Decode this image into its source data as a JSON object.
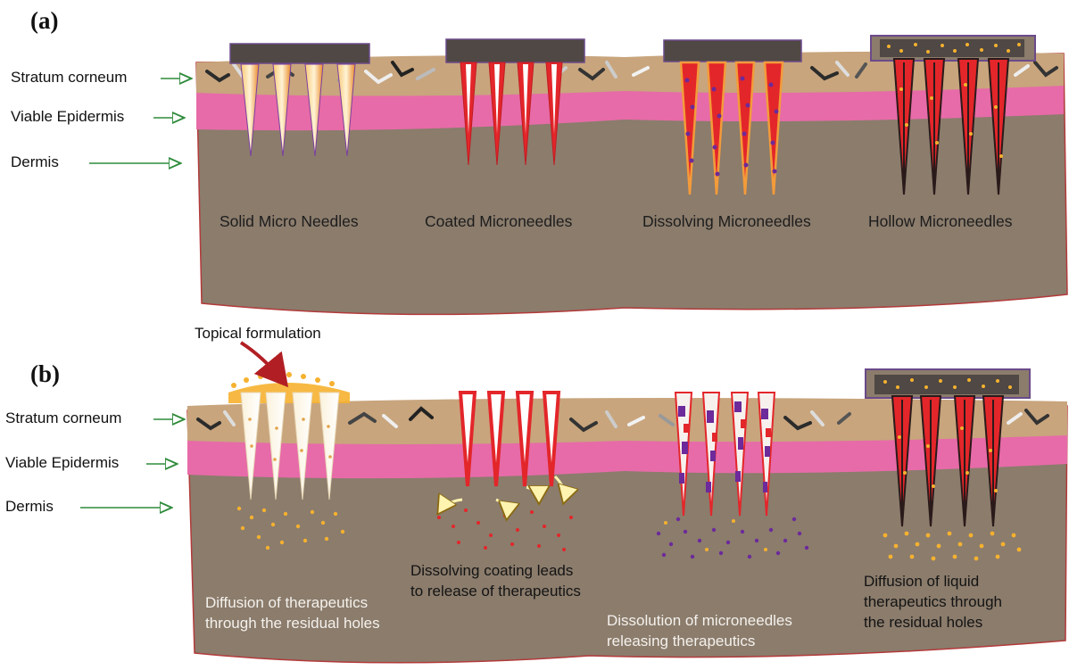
{
  "panel_a": {
    "tag": "(a)",
    "layers": [
      "Stratum corneum",
      "Viable Epidermis",
      "Dermis"
    ],
    "needles": [
      "Solid Micro Needles",
      "Coated Microneedles",
      "Dissolving Microneedles",
      "Hollow Microneedles"
    ]
  },
  "panel_b": {
    "tag": "(b)",
    "layers": [
      "Stratum corneum",
      "Viable Epidermis",
      "Dermis"
    ],
    "topical_label": "Topical formulation",
    "captions": {
      "solid": [
        "Diffusion of therapeutics",
        "through the residual holes"
      ],
      "coated": [
        "Dissolving coating leads",
        "to release of therapeutics"
      ],
      "dissolving": [
        "Dissolution of microneedles",
        "releasing  therapeutics"
      ],
      "hollow": [
        "Diffusion of  liquid",
        "therapeutics through",
        "the residual holes"
      ]
    }
  },
  "colors": {
    "dermis": "#8b7c6c",
    "epidermis": "#e76ba8",
    "stratum": "#c8a57d",
    "patch": "#4f4844",
    "needle_red": "#e3262a",
    "needle_orange": "#f39b3a",
    "drug_purple": "#6c2a9a",
    "drug_yellow": "#f6b12f",
    "arrow_green": "#2e8b3a"
  }
}
